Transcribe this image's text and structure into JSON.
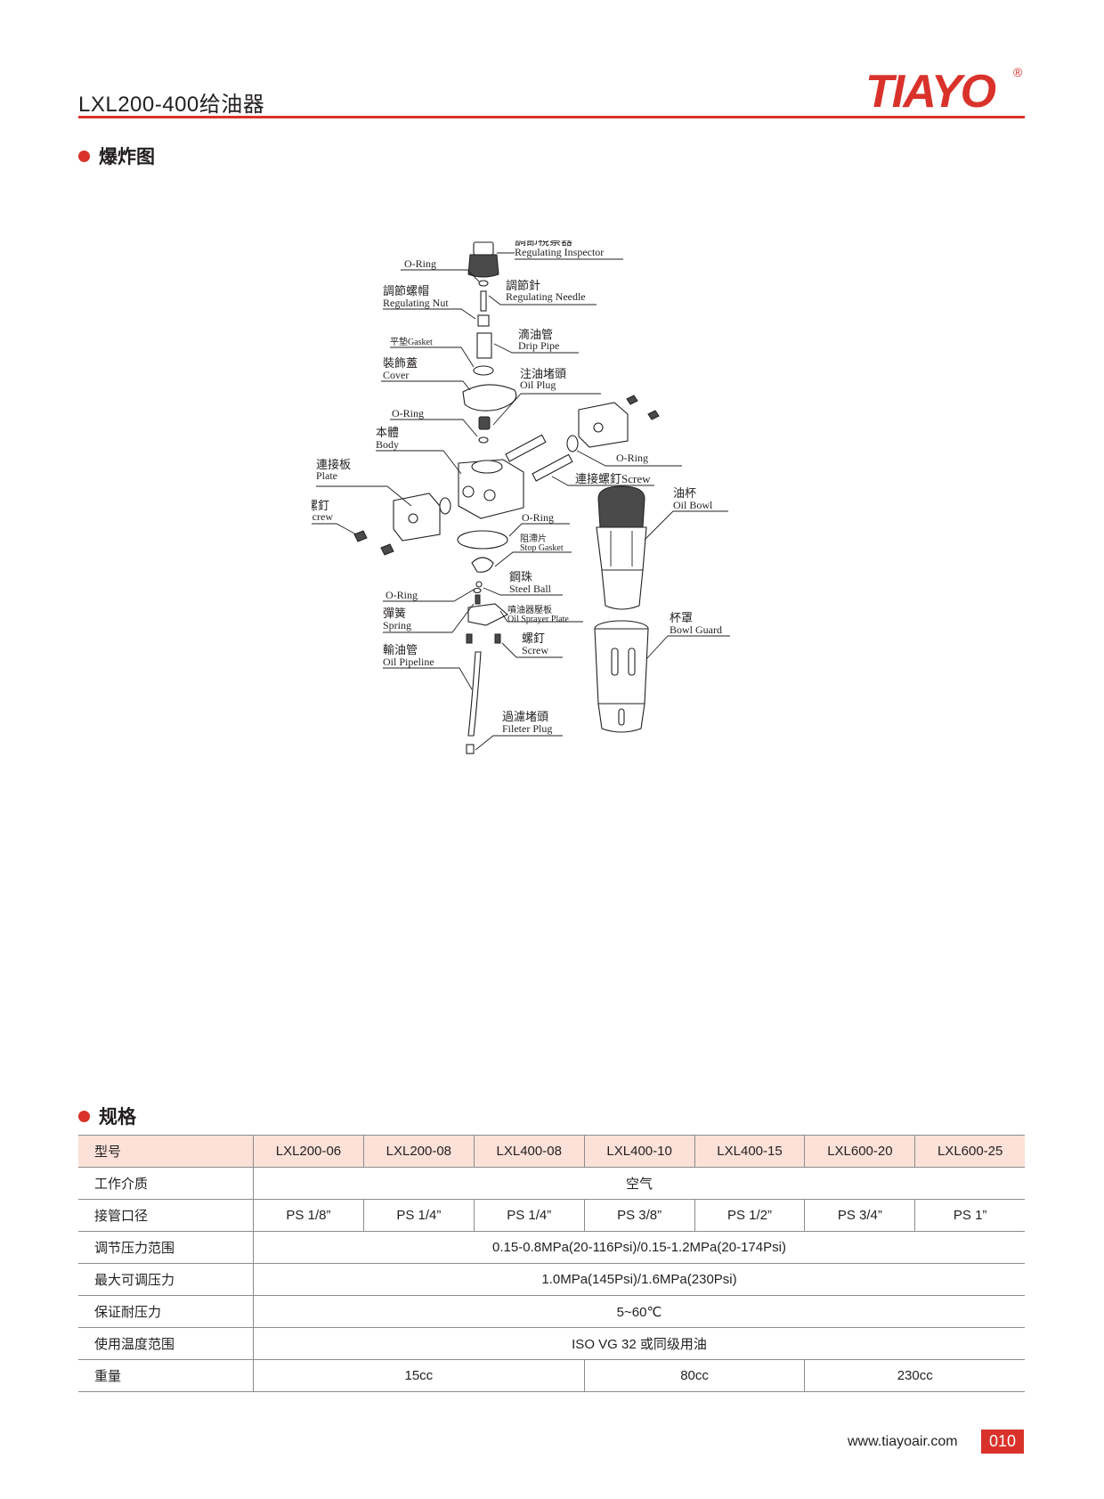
{
  "header": {
    "title": "LXL200-400给油器",
    "brand": "TIAYO",
    "registered_mark": "®",
    "accent_color": "#d9322a"
  },
  "sections": {
    "exploded": "爆炸图",
    "specs": "规格"
  },
  "parts": {
    "regulating_inspector_cn": "調節視察器",
    "regulating_inspector_en": "Regulating  Inspector",
    "oring_1": "O-Ring",
    "regulating_needle_cn": "調節針",
    "regulating_needle_en": "Regulating Needle",
    "regulating_nut_cn": "調節螺帽",
    "regulating_nut_en": "Regulating Nut",
    "gasket": "平墊Gasket",
    "drip_pipe_cn": "滴油管",
    "drip_pipe_en": "Drip Pipe",
    "cover_cn": "裝飾蓋",
    "cover_en": "Cover",
    "oil_plug_cn": "注油堵頭",
    "oil_plug_en": "Oil Plug",
    "oring_2": "O-Ring",
    "body_cn": "本體",
    "body_en": "Body",
    "oring_3": "O-Ring",
    "plate_cn": "連接板",
    "plate_en": "Plate",
    "connect_screw": "連接螺釘Screw",
    "screw_cn": "螺釘",
    "screw_en": "Screw",
    "oring_4": "O-Ring",
    "oil_bowl_cn": "油杯",
    "oil_bowl_en": "Oil Bowl",
    "stop_gasket_cn": "阻滯片",
    "stop_gasket_en": "Stop Gasket",
    "steel_ball_cn": "鋼珠",
    "steel_ball_en": "Steel Ball",
    "oring_5": "O-Ring",
    "spring_cn": "彈簧",
    "spring_en": "Spring",
    "sprayer_plate_cn": "噴油器壓板",
    "sprayer_plate_en": "Oil Sprayer Plate",
    "bowl_guard_cn": "杯罩",
    "bowl_guard_en": "Bowl Guard",
    "screw2_cn": "螺釘",
    "screw2_en": "Screw",
    "oil_pipeline_cn": "輸油管",
    "oil_pipeline_en": "Oil Pipeline",
    "filter_plug_cn": "過濾堵頭",
    "filter_plug_en": "Fileter Plug"
  },
  "spec_table": {
    "model_label": "型号",
    "models": [
      "LXL200-06",
      "LXL200-08",
      "LXL400-08",
      "LXL400-10",
      "LXL400-15",
      "LXL600-20",
      "LXL600-25"
    ],
    "medium_label": "工作介质",
    "medium": "空气",
    "port_label": "接管口径",
    "ports": [
      "PS 1/8”",
      "PS 1/4”",
      "PS 1/4”",
      "PS 3/8”",
      "PS 1/2”",
      "PS 3/4”",
      "PS 1”"
    ],
    "pressure_range_label": "调节压力范围",
    "pressure_range": "0.15-0.8MPa(20-116Psi)/0.15-1.2MPa(20-174Psi)",
    "max_pressure_label": "最大可调压力",
    "max_pressure": "1.0MPa(145Psi)/1.6MPa(230Psi)",
    "proof_label": "保证耐压力",
    "proof": "5~60℃",
    "temp_label": "使用温度范围",
    "temp": "ISO VG 32 或同级用油",
    "weight_label": "重量",
    "weights": [
      "15cc",
      "80cc",
      "230cc"
    ]
  },
  "footer": {
    "url": "www.tiayoair.com",
    "page": "010"
  }
}
